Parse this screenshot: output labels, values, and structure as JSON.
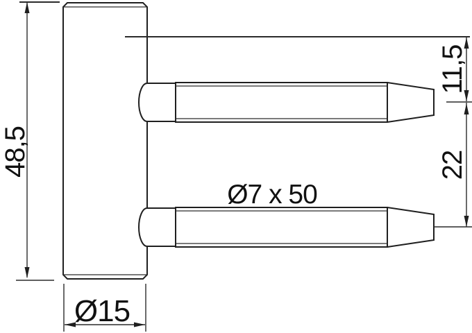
{
  "drawing": {
    "kind": "engineering-drawing-hinge-part",
    "dimensions": {
      "body_height": "48,5",
      "pin_offset_top": "11,5",
      "pin_center_distance": "22",
      "pin_size": "Ø7 x 50",
      "body_diameter": "Ø15"
    },
    "line_color": "#1f1f1f",
    "background": "#ffffff"
  }
}
